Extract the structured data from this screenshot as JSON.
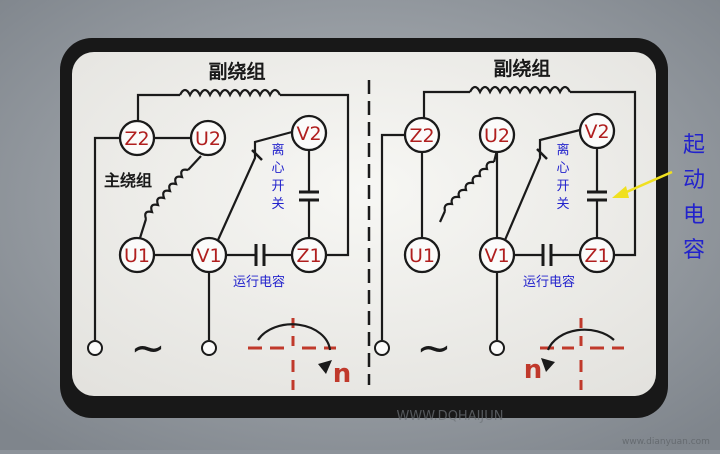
{
  "left": {
    "aux_winding_label": "副绕组",
    "main_winding_label": "主绕组",
    "switch_label": [
      "离",
      "心",
      "开",
      "关"
    ],
    "run_cap_label": "运行电容",
    "terminals": {
      "z2": "Z2",
      "u2": "U2",
      "v2": "V2",
      "u1": "U1",
      "v1": "V1",
      "z1": "Z1"
    },
    "ac_symbol": "~",
    "rotation_label": "n"
  },
  "right": {
    "aux_winding_label": "副绕组",
    "switch_label": [
      "离",
      "心",
      "开",
      "关"
    ],
    "run_cap_label": "运行电容",
    "terminals": {
      "z2": "Z2",
      "u2": "U2",
      "v2": "V2",
      "u1": "U1",
      "v1": "V1",
      "z1": "Z1"
    },
    "ac_symbol": "~",
    "rotation_label": "n"
  },
  "start_cap_label": [
    "起",
    "动",
    "电",
    "容"
  ],
  "watermark": "WWW.DQHAIJUN",
  "site_mark": "www.dianyuan.com",
  "colors": {
    "board": "#f2f1ee",
    "frame": "#181818",
    "terminal_text": "#b01f1f",
    "blue_label": "#2222cc",
    "rotation_red": "#c0392b",
    "arrow_yellow": "#f0e020"
  }
}
